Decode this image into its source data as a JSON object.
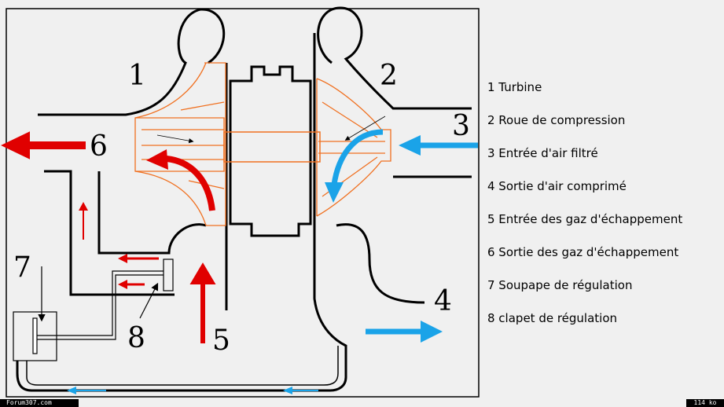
{
  "diagram": {
    "labels": [
      "1",
      "2",
      "3",
      "4",
      "5",
      "6",
      "7",
      "8"
    ],
    "colors": {
      "exhaust": "#e00000",
      "air": "#1aa3e8",
      "wheel": "#f07020",
      "line": "#000000"
    }
  },
  "legend": [
    "1 Turbine",
    "2 Roue de compression",
    "3 Entrée d'air filtré",
    "4 Sortie d'air comprimé",
    "5 Entrée des gaz d'échappement",
    "6 Sortie des gaz d'échappement",
    "7 Soupape de régulation",
    "8 clapet de régulation"
  ],
  "footer": {
    "site": "Forum307.com",
    "size": "114 ko"
  }
}
